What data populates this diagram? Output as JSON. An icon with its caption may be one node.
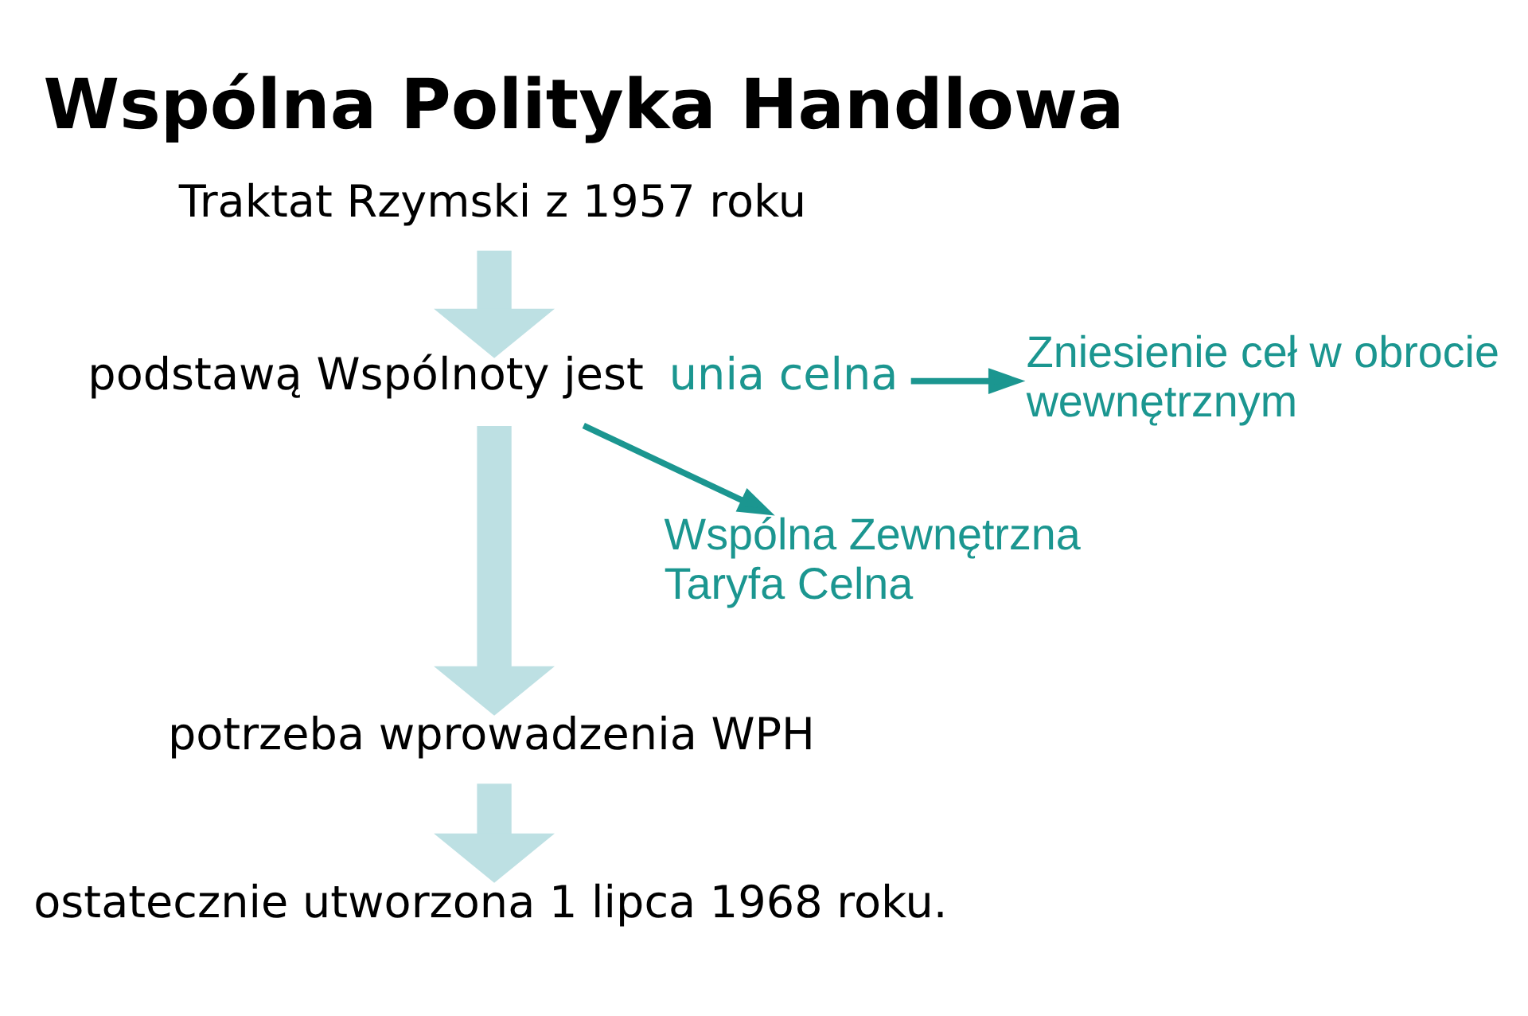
{
  "diagram": {
    "title": "Wspólna Polityka Handlowa",
    "nodes": [
      {
        "text": [
          "Traktat Rzymski z 1957 roku"
        ]
      },
      {
        "text": [
          "podstawą Wspólnoty jest",
          "unia celna"
        ]
      },
      {
        "text": [
          "potrzeba wprowadzenia WPH"
        ]
      },
      {
        "text": [
          "ostatecznie utworzona 1 lipca 1968 roku."
        ]
      },
      {
        "text": [
          "Zniesienie ceł w obrocie wewnętrznym"
        ]
      },
      {
        "text": [
          "Wspólna Zewnętrzna Taryfa Celna"
        ]
      }
    ],
    "edges": [
      {
        "from": 0,
        "to": 1,
        "arrow": "to",
        "color": "#bde0e3"
      },
      {
        "from": 1,
        "to": 2,
        "arrow": "to",
        "color": "#bde0e3"
      },
      {
        "from": 2,
        "to": 3,
        "arrow": "to",
        "color": "#bde0e3"
      },
      {
        "from": 1,
        "to": 4,
        "arrow": "to",
        "color": "#1b9690"
      },
      {
        "from": 1,
        "to": 5,
        "arrow": "to",
        "color": "#1b9690"
      }
    ]
  }
}
